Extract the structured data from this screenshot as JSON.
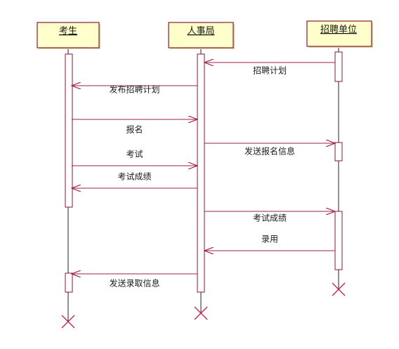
{
  "colors": {
    "box_fill": "#ffffcc",
    "box_border": "#8b1a2e",
    "message": "#a0224a",
    "lifeline": "#222222",
    "destroy": "#cc2244",
    "text": "#1a1a1a"
  },
  "actors": [
    {
      "name": "考生",
      "underlined": true
    },
    {
      "name": "人事局",
      "underlined": true
    },
    {
      "name": "招聘单位",
      "underlined": true
    }
  ],
  "messages": [
    {
      "label": "招聘计划",
      "from": "招聘单位",
      "to": "人事局",
      "order": 1
    },
    {
      "label": "发布招聘计划",
      "from": "人事局",
      "to": "考生",
      "order": 2
    },
    {
      "label": "报名",
      "from": "考生",
      "to": "人事局",
      "order": 3
    },
    {
      "label": "发送报名信息",
      "from": "人事局",
      "to": "招聘单位",
      "order": 4
    },
    {
      "label": "考试",
      "from": "考生",
      "to": "人事局",
      "order": 5
    },
    {
      "label": "考试成绩",
      "from": "人事局",
      "to": "考生",
      "order": 6
    },
    {
      "label": "考试成绩",
      "from": "人事局",
      "to": "招聘单位",
      "order": 7
    },
    {
      "label": "录用",
      "from": "招聘单位",
      "to": "人事局",
      "order": 8
    },
    {
      "label": "发送录取信息",
      "from": "人事局",
      "to": "考生",
      "order": 9
    }
  ],
  "destroy_markers": [
    "考生",
    "人事局",
    "招聘单位"
  ]
}
